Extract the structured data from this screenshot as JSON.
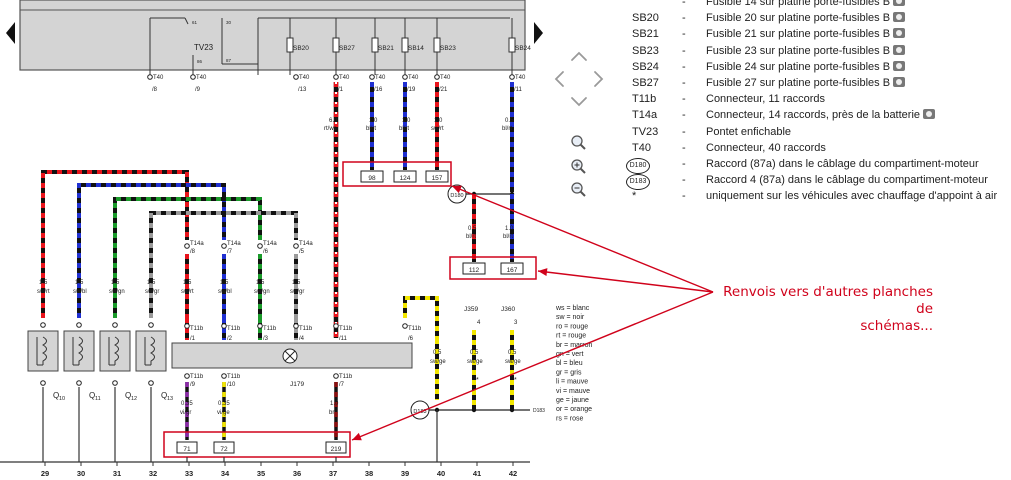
{
  "diagram": {
    "fuse_labels": [
      "SB20",
      "SB27",
      "SB21",
      "SB14",
      "SB23",
      "SB24"
    ],
    "relay_label": "TV23",
    "relay_pins": [
      "61",
      "30",
      "86",
      "87"
    ],
    "t40_labels": [
      "/8",
      "/9",
      "/13",
      "/1",
      "/16",
      "/19",
      "/21",
      "/11"
    ],
    "t40_prefix": "T40",
    "top_wires": [
      {
        "gauge": "6.0",
        "color": "rt/ws"
      },
      {
        "gauge": "1.0",
        "color": "bl/rt"
      },
      {
        "gauge": "1.0",
        "color": "bl/rt"
      },
      {
        "gauge": "1.0",
        "color": "sw/rt"
      },
      {
        "gauge": "0.5",
        "color": "bl/rt"
      }
    ],
    "ref_boxes_top": [
      "98",
      "124",
      "157"
    ],
    "ref_boxes_right": [
      "112",
      "167"
    ],
    "ref_boxes_bottom": [
      "71",
      "72",
      "219"
    ],
    "connector_d180": "D180",
    "connector_d183": "D183",
    "connector_d183_side": "D183",
    "right_wires": [
      {
        "gauge": "0.5",
        "color": "bl/rt"
      },
      {
        "gauge": "1.0",
        "color": "bl/rt"
      }
    ],
    "t14a_labels": [
      "T14a /8",
      "T14a /7",
      "T14a /6",
      "T14a /5"
    ],
    "left_wires": [
      {
        "gauge": "1.5",
        "color": "sw/rt"
      },
      {
        "gauge": "1.5",
        "color": "sw/bl"
      },
      {
        "gauge": "1.5",
        "color": "sw/gn"
      },
      {
        "gauge": "1.5",
        "color": "sw/gr"
      },
      {
        "gauge": "1.5",
        "color": "sw/rt"
      },
      {
        "gauge": "1.5",
        "color": "sw/bl"
      },
      {
        "gauge": "1.5",
        "color": "sw/gn"
      },
      {
        "gauge": "1.5",
        "color": "sw/gr"
      }
    ],
    "t11b_labels": [
      "T11b /1",
      "T11b /2",
      "T11b /3",
      "T11b /4",
      "T11b /11",
      "T11b /6"
    ],
    "module_label": "J179",
    "lower_t11b": [
      "T11b /9",
      "T11b /10",
      "T11b /7"
    ],
    "lower_wires": [
      {
        "gauge": "0.35",
        "color": "vi/gr"
      },
      {
        "gauge": "0.35",
        "color": "vi/ge"
      },
      {
        "gauge": "1.0",
        "color": "br"
      },
      {
        "gauge": "0.5",
        "color": "sw/ge"
      },
      {
        "gauge": "0.5",
        "color": "sw/ge"
      },
      {
        "gauge": "0.5",
        "color": "sw/ge"
      }
    ],
    "j_labels": [
      "J359",
      "J360"
    ],
    "j_pins": [
      "4",
      "3"
    ],
    "q_labels": [
      "Q10",
      "Q11",
      "Q12",
      "Q13"
    ],
    "asterisk": "*",
    "bottom_numbers": [
      "29",
      "30",
      "31",
      "32",
      "33",
      "34",
      "35",
      "36",
      "37",
      "38",
      "39",
      "40",
      "41",
      "42"
    ],
    "color_codes": [
      "ws = blanc",
      "sw = noir",
      "ro = rouge",
      "rt = rouge",
      "br = marron",
      "gn = vert",
      "bl = bleu",
      "gr = gris",
      "li = mauve",
      "vi = mauve",
      "ge = jaune",
      "or = orange",
      "rs = rose"
    ]
  },
  "legend": [
    {
      "code": "",
      "text": "Fusible 14 sur platine porte-fusibles B",
      "camera": true
    },
    {
      "code": "SB20",
      "text": "Fusible 20 sur platine porte-fusibles B",
      "camera": true
    },
    {
      "code": "SB21",
      "text": "Fusible 21 sur platine porte-fusibles B",
      "camera": true
    },
    {
      "code": "SB23",
      "text": "Fusible 23 sur platine porte-fusibles B",
      "camera": true
    },
    {
      "code": "SB24",
      "text": "Fusible 24 sur platine porte-fusibles B",
      "camera": true
    },
    {
      "code": "SB27",
      "text": "Fusible 27 sur platine porte-fusibles B",
      "camera": true
    },
    {
      "code": "T11b",
      "text": "Connecteur, 11 raccords",
      "camera": false
    },
    {
      "code": "T14a",
      "text": "Connecteur, 14 raccords, près de la batterie",
      "camera": true
    },
    {
      "code": "TV23",
      "text": "Pontet enfichable",
      "camera": false
    },
    {
      "code": "T40",
      "text": "Connecteur, 40 raccords",
      "camera": false
    },
    {
      "code": "D180",
      "text": "Raccord (87a) dans le câblage du compartiment-moteur",
      "camera": false,
      "ring": true
    },
    {
      "code": "D183",
      "text": "Raccord 4 (87a) dans le câblage du compartiment-moteur",
      "camera": false,
      "ring": true
    },
    {
      "code": "*",
      "text": "uniquement sur les véhicules avec chauffage d'appoint à air",
      "camera": false
    }
  ],
  "annotation": {
    "line1": "Renvois vers d'autres planches de",
    "line2": "schémas..."
  },
  "colors": {
    "annotation_red": "#d0021b",
    "panel_gray": "#d4d4d4",
    "wire_red": "#e8131b",
    "wire_blue": "#1f2fd1",
    "wire_green": "#1a9a2a",
    "wire_gray": "#9a9a9a",
    "wire_yellow": "#f2e600",
    "wire_purple": "#8b2aa8",
    "wire_brown": "#8b1010"
  },
  "navigation": {
    "icons": [
      "pan-up-icon",
      "pan-left-icon",
      "pan-right-icon",
      "pan-down-icon",
      "zoom-fit-icon",
      "zoom-in-icon",
      "zoom-out-icon",
      "prev-page-icon",
      "next-page-icon"
    ]
  }
}
